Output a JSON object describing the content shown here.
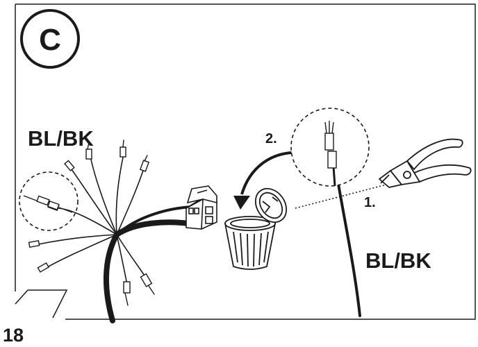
{
  "panel": {
    "badge_letter": "C",
    "page_number": "18"
  },
  "labels": {
    "wire_color_left": "BL/BK",
    "wire_color_right": "BL/BK",
    "step_1": "1.",
    "step_2": "2."
  },
  "colors": {
    "line": "#1a1a1a",
    "background": "#ffffff"
  },
  "icons": {
    "pliers": "side-cutter-pliers-icon",
    "bin": "trash-bin-icon",
    "harness": "wire-harness-icon"
  }
}
